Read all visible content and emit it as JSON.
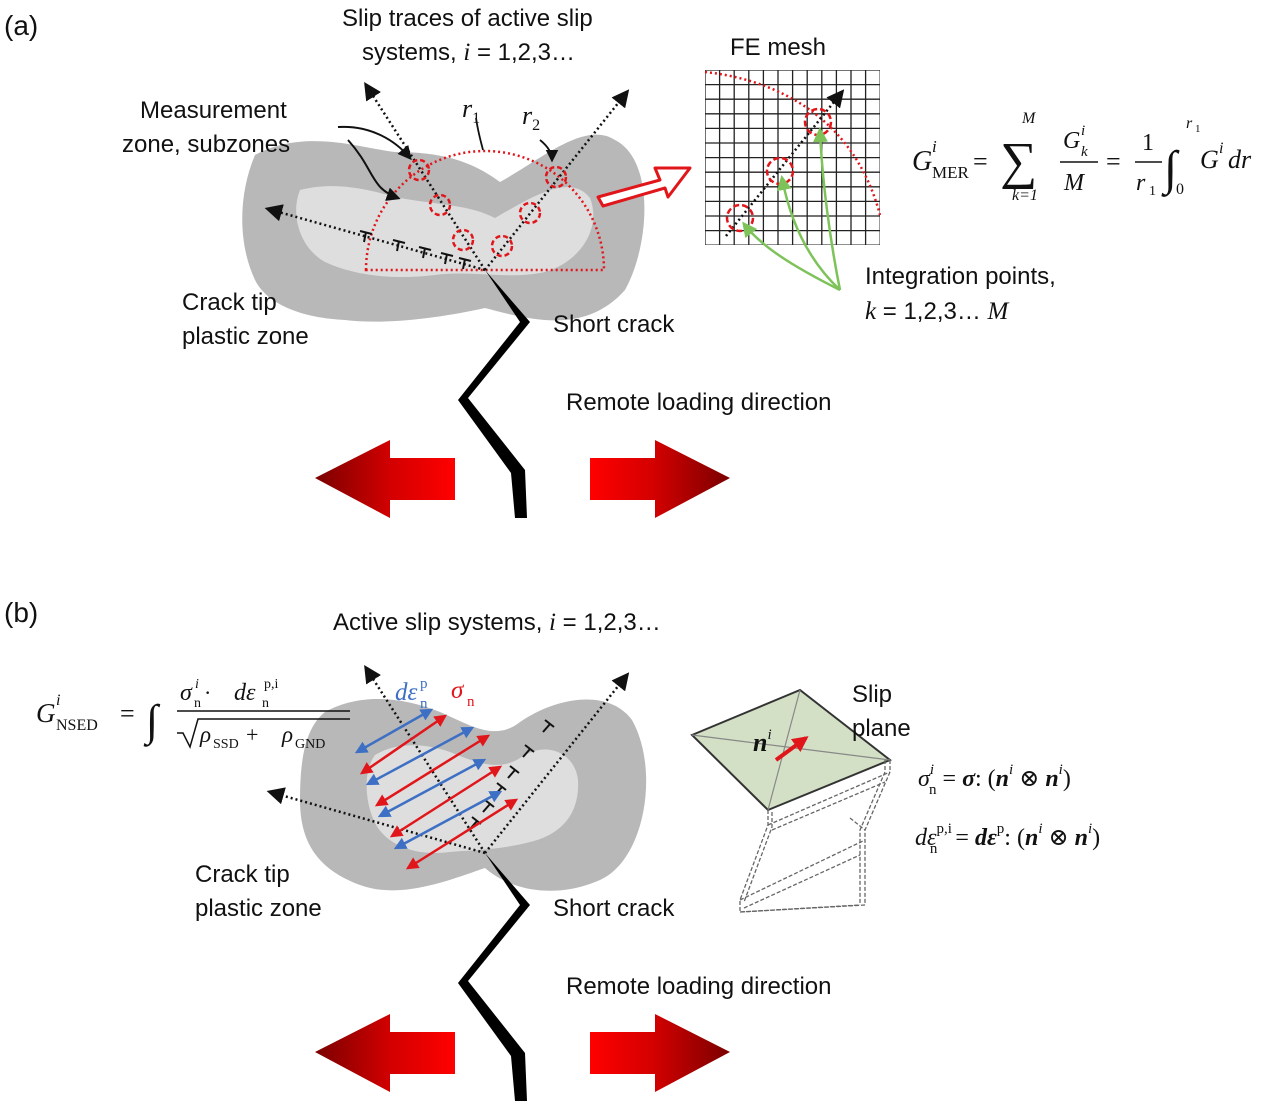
{
  "panel_a": {
    "label": "(a)",
    "slip_traces": [
      "Slip traces of active slip",
      "systems, ",
      "i",
      " = 1,2,3…"
    ],
    "measurement_zone": [
      "Measurement",
      "zone, subzones"
    ],
    "r1": "r",
    "r1_sub": "1",
    "r2": "r",
    "r2_sub": "2",
    "fe_mesh": "FE mesh",
    "plastic_zone": [
      "Crack tip",
      "plastic zone"
    ],
    "short_crack": "Short crack",
    "integration_points": [
      "Integration points,",
      "k",
      " = 1,2,3… ",
      "M"
    ],
    "loading_direction": "Remote loading direction",
    "equation": {
      "lhs": "G",
      "lhs_sup": "i",
      "lhs_sub": "MER",
      "sum_top": "M",
      "sum_bottom": "k=1",
      "frac1_num": "G",
      "frac1_num_sup": "i",
      "frac1_num_sub": "k",
      "frac1_den": "M",
      "frac2_num": "1",
      "frac2_den": "r",
      "frac2_den_sub": "1",
      "int_lower": "0",
      "int_upper": "r",
      "int_upper_sub": "1",
      "integrand": "G",
      "integrand_sup": "i",
      "integrand_rest": "dr"
    }
  },
  "panel_b": {
    "label": "(b)",
    "active_slip": [
      "Active slip systems, ",
      "i",
      " = 1,2,3…"
    ],
    "plastic_zone": [
      "Crack tip",
      "plastic zone"
    ],
    "short_crack": "Short crack",
    "loading_direction": "Remote loading direction",
    "slip_plane": [
      "Slip",
      "plane"
    ],
    "normal": "n",
    "normal_sup": "i",
    "deps_label": "dε",
    "deps_sub": "n",
    "deps_sup": "p",
    "sigma_label": "σ",
    "sigma_sub": "n",
    "nsed_equation": {
      "lhs": "G",
      "lhs_sup": "i",
      "lhs_sub": "NSED",
      "num_a": "σ",
      "num_a_sub": "n",
      "num_a_sup": "i",
      "num_dot": " · ",
      "num_b": "dε",
      "num_b_sub": "n",
      "num_b_sup": "p,i",
      "den_a": "ρ",
      "den_a_sub": "SSD",
      "den_plus": " + ",
      "den_b": "ρ",
      "den_b_sub": "GND"
    },
    "sigma_eq": [
      "σ",
      "i",
      "n",
      " = ",
      "σ",
      ": (",
      "n",
      "i",
      " ⊗ ",
      "n",
      "i",
      ")"
    ],
    "deps_eq": [
      "dε",
      "p,i",
      "n",
      " = ",
      "dε",
      "p",
      ": (",
      "n",
      "i",
      " ⊗ ",
      "n",
      "i",
      ")"
    ]
  },
  "colors": {
    "zone_outer": "#b8b8b8",
    "zone_inner": "#dedede",
    "crack": "#000000",
    "measurement_red": "#e0161b",
    "arrow_red": "#e00000",
    "arrow_dark": "#8b0000",
    "green": "#7dc35a",
    "blue": "#3d6fc4",
    "plane_green": "#d3e0c5"
  }
}
